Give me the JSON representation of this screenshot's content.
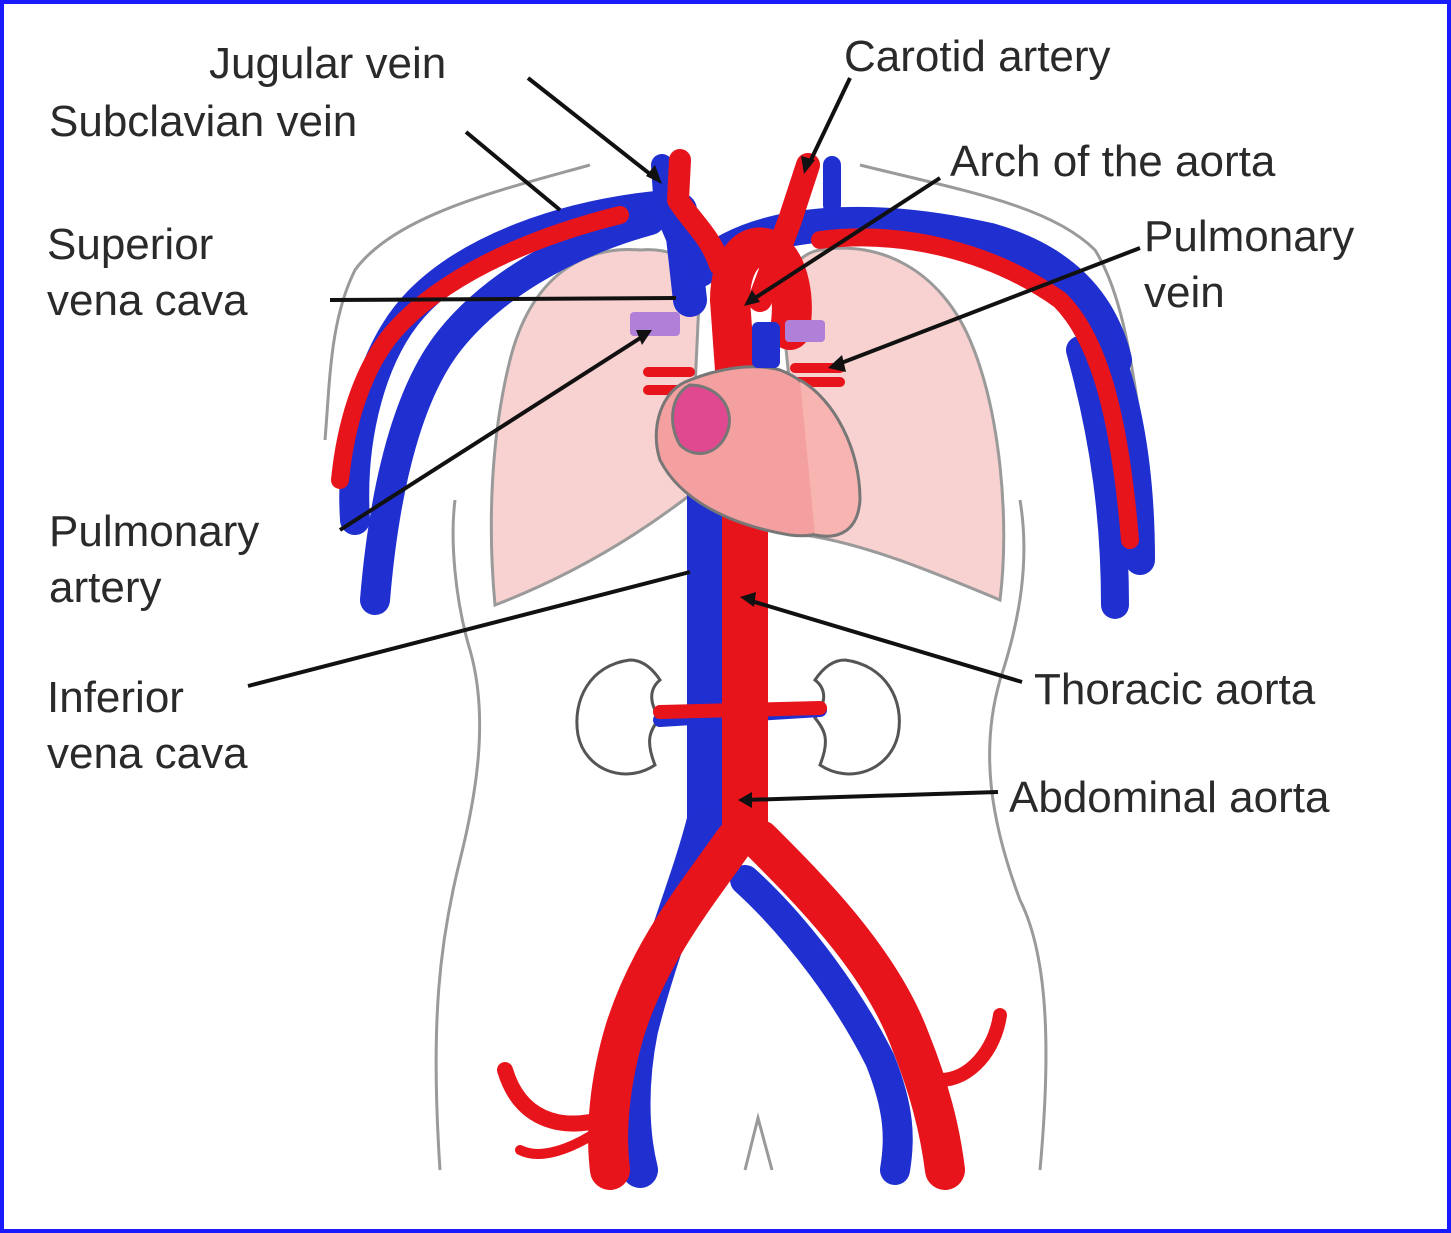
{
  "labels": {
    "jugular_vein": "Jugular vein",
    "subclavian_vein": "Subclavian vein",
    "superior_vena_cava_1": "Superior",
    "superior_vena_cava_2": "vena cava",
    "pulmonary_artery_1": "Pulmonary",
    "pulmonary_artery_2": "artery",
    "inferior_vena_cava_1": "Inferior",
    "inferior_vena_cava_2": "vena cava",
    "carotid_artery": "Carotid artery",
    "arch_of_aorta": "Arch of the aorta",
    "pulmonary_vein_1": "Pulmonary",
    "pulmonary_vein_2": "vein",
    "thoracic_aorta": "Thoracic aorta",
    "abdominal_aorta": "Abdominal aorta"
  },
  "colors": {
    "frame": "#1a1aff",
    "artery": "#e8141c",
    "vein": "#1f2fd0",
    "lung": "#f8d2d0",
    "heart": "#f4a0a0",
    "atrium": "#e04890",
    "pulmonary_trunk": "#b080d8",
    "outline": "#9a9a9a",
    "leader": "#111111"
  }
}
